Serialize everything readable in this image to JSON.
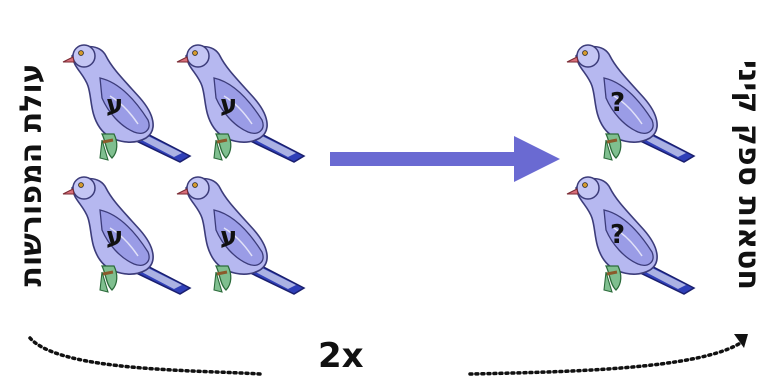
{
  "left_label": "עולת המפורשות",
  "right_label": "חטאות ספק",
  "right_label_tail": "קיני",
  "left_birds": [
    {
      "mark": "ע"
    },
    {
      "mark": "ע"
    },
    {
      "mark": "ע"
    },
    {
      "mark": "ע"
    }
  ],
  "right_birds": [
    {
      "mark": "?"
    },
    {
      "mark": "?"
    }
  ],
  "multiplier": "2x",
  "colors": {
    "arrow": "#6a6ad2",
    "bird_body": "#b6b8f0",
    "bird_wing": "#9a9ce6",
    "bird_tail": "#2f3fb8",
    "leg": "#7fbf8f"
  }
}
